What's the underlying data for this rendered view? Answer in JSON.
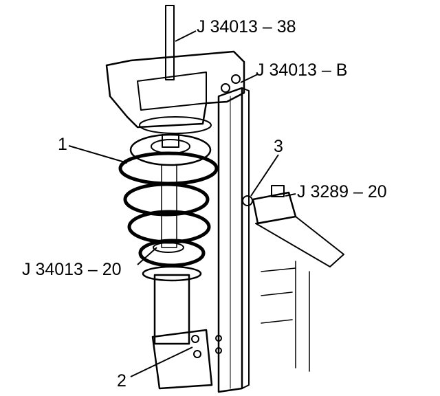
{
  "callouts": {
    "tool_38": "J 34013 – 38",
    "tool_b": "J 34013 – B",
    "item_3": "3",
    "tool_3289": "J 3289 – 20",
    "item_1": "1",
    "tool_20": "J 34013 – 20",
    "item_2": "2"
  },
  "colors": {
    "ink": "#000000",
    "stipple_light": "#c8c8c8",
    "stipple_dark": "#9a9a9a",
    "paper": "#ffffff"
  }
}
